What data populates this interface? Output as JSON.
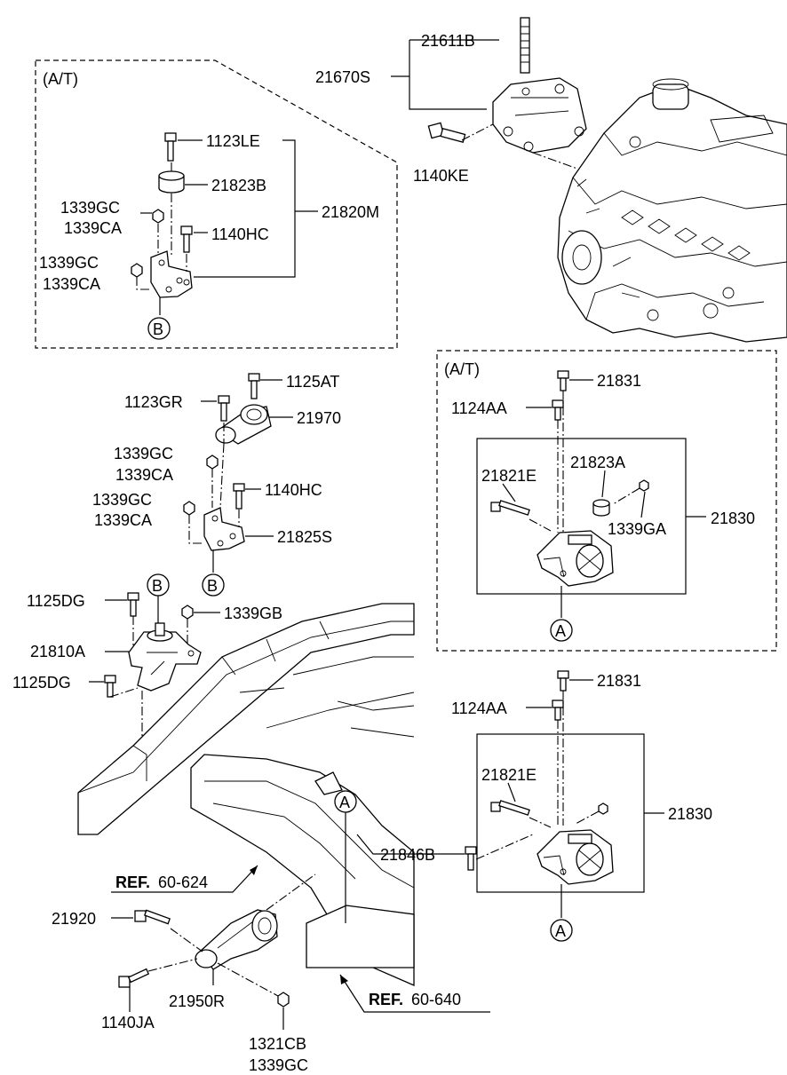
{
  "boxes": {
    "at_upper": "(A/T)",
    "at_right": "(A/T)"
  },
  "labels": {
    "p21611B": "21611B",
    "p21670S": "21670S",
    "p1140KE": "1140KE",
    "p1123LE": "1123LE",
    "p21823B": "21823B",
    "p21820M": "21820M",
    "p1339GC_a": "1339GC",
    "p1339CA_a": "1339CA",
    "p1140HC_a": "1140HC",
    "p1339GC_b": "1339GC",
    "p1339CA_b": "1339CA",
    "p1125AT": "1125AT",
    "p1123GR": "1123GR",
    "p21970": "21970",
    "p1339GC_c": "1339GC",
    "p1339CA_c": "1339CA",
    "p1140HC_b": "1140HC",
    "p1339GC_d": "1339GC",
    "p1339CA_d": "1339CA",
    "p21825S": "21825S",
    "p1125DG_a": "1125DG",
    "p1339GB": "1339GB",
    "p21810A": "21810A",
    "p1125DG_b": "1125DG",
    "p21831_a": "21831",
    "p1124AA_a": "1124AA",
    "p21821E_a": "21821E",
    "p21823A": "21823A",
    "p1339GA": "1339GA",
    "p21830_a": "21830",
    "p21831_b": "21831",
    "p1124AA_b": "1124AA",
    "p21821E_b": "21821E",
    "p21830_b": "21830",
    "p21846B": "21846B",
    "p21920": "21920",
    "p21950R": "21950R",
    "p1140JA": "1140JA",
    "p1321CB": "1321CB",
    "p1339GC_e": "1339GC"
  },
  "callouts": {
    "b1": "B",
    "b2": "B",
    "b3": "B",
    "a1": "A",
    "a2": "A",
    "a3": "A"
  },
  "refs": {
    "ref1_prefix": "REF.",
    "ref1_number": "60-624",
    "ref2_prefix": "REF.",
    "ref2_number": "60-640"
  },
  "icons": {
    "bolt": "bolt-icon",
    "nut": "nut-icon",
    "bracket": "mounting-bracket-icon",
    "engine": "engine-block-icon"
  }
}
